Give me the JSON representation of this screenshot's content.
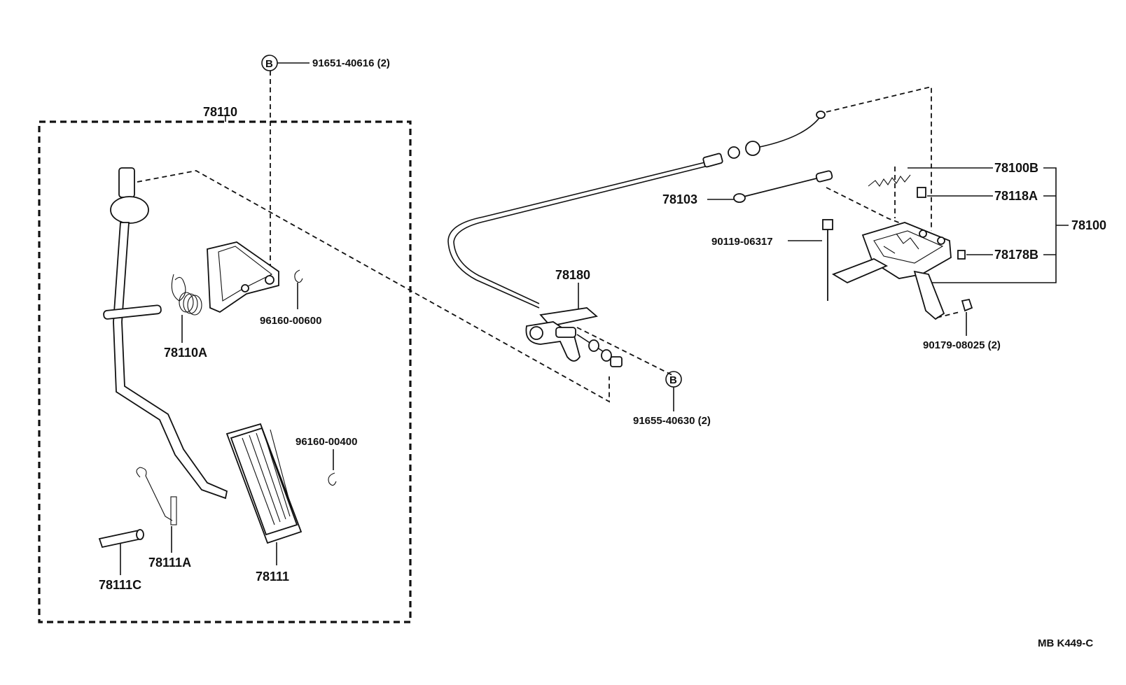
{
  "diagram": {
    "labels": {
      "p78110": "78110",
      "p91651": "91651-40616 (2)",
      "circleB1": "B",
      "p96160_600": "96160-00600",
      "p78110A": "78110A",
      "p96160_400": "96160-00400",
      "p78111A": "78111A",
      "p78111C": "78111C",
      "p78111": "78111",
      "p78180": "78180",
      "p91655": "91655-40630 (2)",
      "circleB2": "B",
      "p78103": "78103",
      "p90119": "90119-06317",
      "p78100B": "78100B",
      "p78118A": "78118A",
      "p78100": "78100",
      "p78178B": "78178B",
      "p90179": "90179-08025 (2)",
      "footer": "MB  K449-C"
    }
  }
}
